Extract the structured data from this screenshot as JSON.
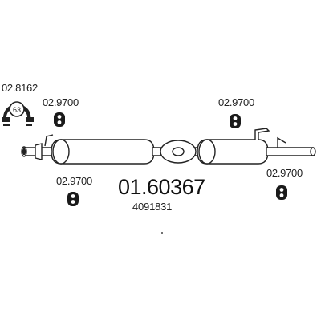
{
  "part_number": "01.60367",
  "oem_number": "4091831",
  "parts": [
    {
      "code": "02.8162",
      "badge": "63",
      "icon": "clamp-icon"
    },
    {
      "code": "02.9700",
      "icon": "rubber-mount-icon"
    },
    {
      "code": "02.9700",
      "icon": "rubber-mount-icon"
    },
    {
      "code": "02.9700",
      "icon": "rubber-mount-icon"
    },
    {
      "code": "02.9700",
      "icon": "rubber-mount-icon"
    }
  ],
  "colors": {
    "line": "#222222",
    "tube_fill": "#ffffff",
    "fitting": "#1a1a1a"
  }
}
